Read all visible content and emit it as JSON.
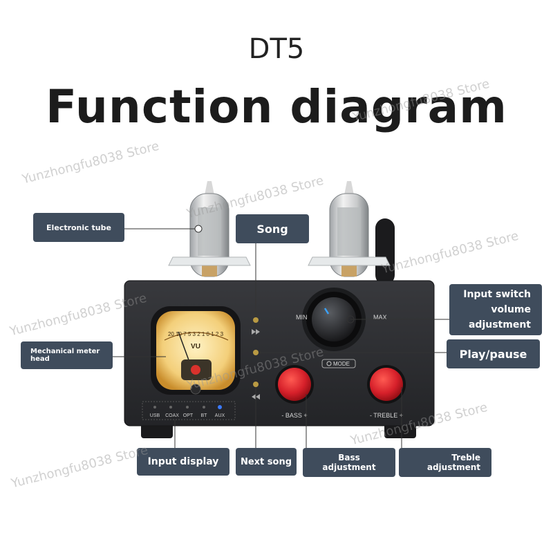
{
  "header": {
    "model": "DT5",
    "title": "Function diagram"
  },
  "labels": {
    "electronic_tube": "Electronic tube",
    "song": "Song",
    "input_switch": "Input switch volume adjustment",
    "mechanical_meter": "Mechanical meter head",
    "play_pause": "Play/pause",
    "input_display": "Input display",
    "next_song": "Next song",
    "bass_adjustment": "Bass adjustment",
    "treble_adjustment": "Treble adjustment"
  },
  "device": {
    "knob_min": "MIN",
    "knob_max": "MAX",
    "mode_label": "MODE",
    "bass_label": "- BASS +",
    "treble_label": "- TREBLE +",
    "meter_label": "VU",
    "meter_scale": "20 10 7 5 3 2 1 0 1 2 3",
    "inputs": [
      "USB",
      "COAX",
      "OPT",
      "BT",
      "AUX"
    ]
  },
  "watermark": "Yunzhongfu8038 Store",
  "colors": {
    "callout_bg": "#3f4c5c",
    "knob_red": "#d6202a",
    "device_body": "#2b2c2f"
  }
}
